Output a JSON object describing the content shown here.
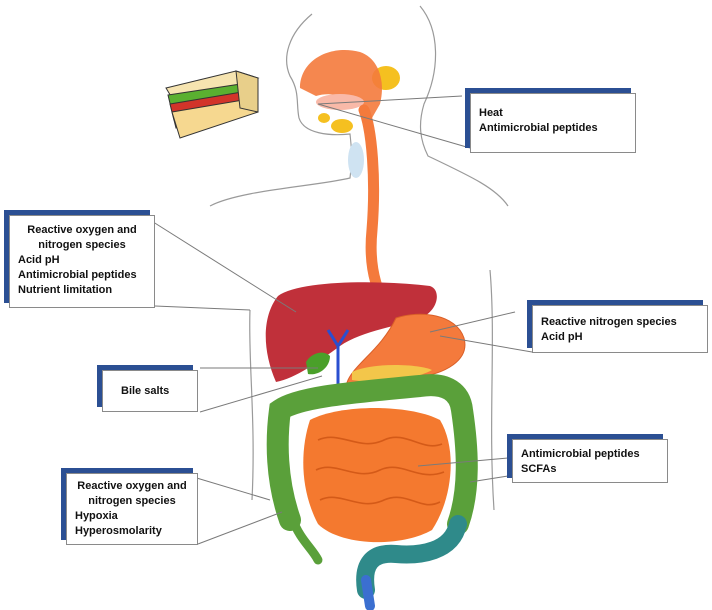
{
  "colors": {
    "callout_accent": "#2b4f93",
    "esophagus": "#f47a3c",
    "liver": "#c0303a",
    "stomach": "#f47a3c",
    "small_intestine": "#f4792f",
    "large_intestine": "#5aa03a",
    "rectum": "#2f8a8a",
    "gallbladder": "#4aa02a",
    "bile_duct": "#2a4fd0",
    "salivary_glands": "#f5c020",
    "body_outline": "#9a9a9a"
  },
  "callouts": {
    "mouth": {
      "lines": [
        "Heat",
        "Antimicrobial peptides"
      ]
    },
    "liver": {
      "lines": [
        "Reactive oxygen and",
        "nitrogen species",
        "Acid pH",
        "Antimicrobial peptides",
        "Nutrient limitation"
      ]
    },
    "stomach": {
      "lines": [
        "Reactive nitrogen species",
        "Acid pH"
      ]
    },
    "bile": {
      "lines": [
        "Bile salts"
      ]
    },
    "small_intestine": {
      "lines": [
        "Antimicrobial peptides",
        "SCFAs"
      ]
    },
    "large_intestine": {
      "lines": [
        "Reactive oxygen and",
        "nitrogen species",
        "Hypoxia",
        "Hyperosmolarity"
      ]
    }
  },
  "icons": {
    "food": "sandwich-icon"
  }
}
